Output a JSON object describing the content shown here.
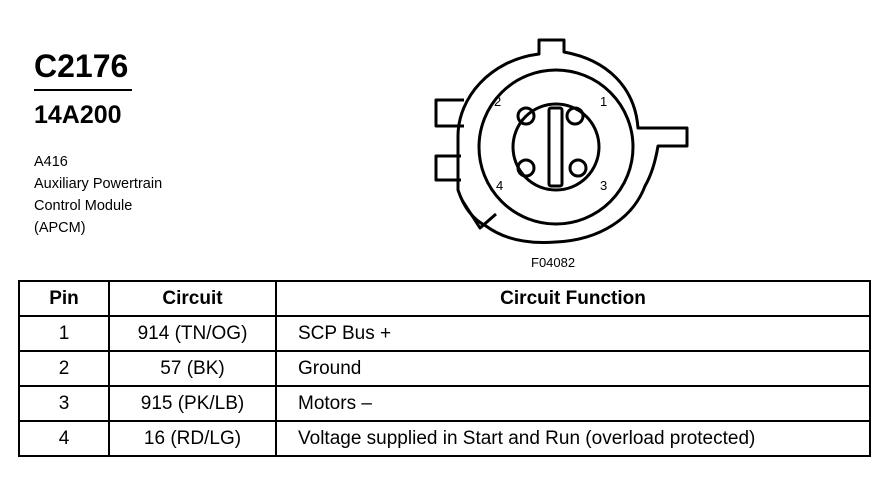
{
  "connector": {
    "id": "C2176",
    "part_number": "14A200",
    "description_lines": [
      "A416",
      "Auxiliary Powertrain",
      "Control Module",
      "(APCM)"
    ]
  },
  "diagram": {
    "pin_labels": [
      "1",
      "2",
      "3",
      "4"
    ],
    "figure_code": "F04082"
  },
  "table": {
    "headers": {
      "pin": "Pin",
      "circuit": "Circuit",
      "function": "Circuit Function"
    },
    "rows": [
      {
        "pin": "1",
        "circuit": "914 (TN/OG)",
        "function": "SCP Bus +"
      },
      {
        "pin": "2",
        "circuit": "57 (BK)",
        "function": "Ground"
      },
      {
        "pin": "3",
        "circuit": "915 (PK/LB)",
        "function": "Motors –"
      },
      {
        "pin": "4",
        "circuit": "16 (RD/LG)",
        "function": "Voltage supplied in Start and Run (overload protected)"
      }
    ]
  }
}
